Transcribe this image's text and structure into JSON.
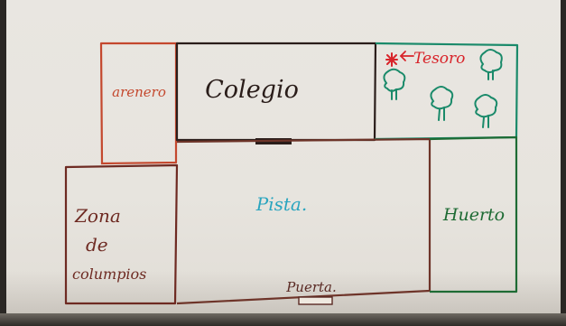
{
  "labels": {
    "arenero": "arenero",
    "colegio": "Colegio",
    "tesoro": "Tesoro",
    "pista": "Pista.",
    "zona_line1": "Zona",
    "zona_line2": "de",
    "zona_line3": "columpios",
    "huerto": "Huerto",
    "puerta": "Puerta."
  },
  "colors": {
    "arenero": "#c4482e",
    "colegio": "#2a1d1a",
    "tesoro_text": "#d8242a",
    "tesoro_border": "#1a8a6a",
    "pista_text": "#2aa5bf",
    "pista_border": "#6e3429",
    "zona": "#6e2a22",
    "huerto": "#1e6b34",
    "puerta": "#5a2a24"
  },
  "icons": [
    "star-mark-icon",
    "arrow-left-icon",
    "tree-icon"
  ]
}
